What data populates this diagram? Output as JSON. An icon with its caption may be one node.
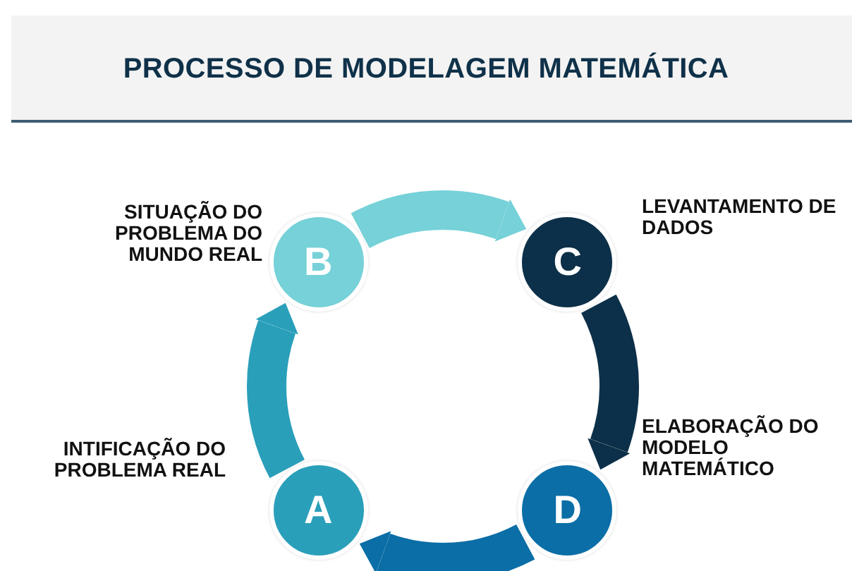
{
  "diagram": {
    "title": "PROCESSO DE MODELAGEM MATEMÁTICA",
    "nodes": [
      {
        "text": [
          "B"
        ],
        "beside": [
          "SITUAÇÃO DO PROBLEMA DO MUNDO REAL"
        ]
      },
      {
        "text": [
          "C"
        ],
        "beside": [
          "LEVANTAMENTO DE DADOS"
        ]
      },
      {
        "text": [
          "A"
        ],
        "beside": [
          "INTIFICAÇÃO DO PROBLEMA REAL"
        ]
      },
      {
        "text": [
          "D"
        ],
        "beside": [
          "ELABORAÇÃO DO MODELO MATEMÁTICO"
        ]
      }
    ],
    "edges": [
      {
        "from": 2,
        "to": 0,
        "arrow": "to",
        "color": "#2a9fba"
      },
      {
        "from": 0,
        "to": 1,
        "arrow": "to",
        "color": "#76d1d8"
      },
      {
        "from": 1,
        "to": 3,
        "arrow": "to",
        "color": "#0c3049"
      },
      {
        "from": 3,
        "to": 2,
        "arrow": "to",
        "color": "#0b6ea6"
      }
    ]
  }
}
